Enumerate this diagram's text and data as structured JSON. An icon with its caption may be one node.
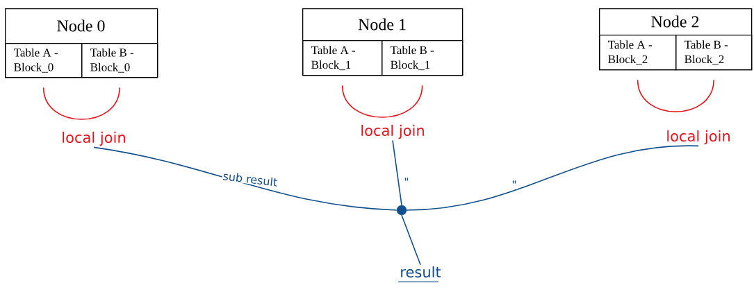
{
  "diagram": {
    "nodes": [
      {
        "text": [
          "Node 0"
        ]
      },
      {
        "text": [
          "Table A - Block_0"
        ],
        "in": 0
      },
      {
        "text": [
          "Table B - Block_0"
        ],
        "in": 0
      },
      {
        "text": [
          "Node 1"
        ]
      },
      {
        "text": [
          "Table A - Block_1"
        ],
        "in": 3
      },
      {
        "text": [
          "Table B - Block_1"
        ],
        "in": 3
      },
      {
        "text": [
          "Node 2"
        ]
      },
      {
        "text": [
          "Table A - Block_2"
        ],
        "in": 6
      },
      {
        "text": [
          "Table B - Block_2"
        ],
        "in": 6
      },
      {
        "text": [
          "local join"
        ]
      },
      {
        "text": [
          "local join"
        ]
      },
      {
        "text": [
          "local join"
        ]
      },
      {
        "text": [],
        "shape": "circle"
      },
      {
        "text": [
          "result"
        ]
      }
    ],
    "edges": [
      {
        "from": 1,
        "to": 2,
        "arrow": "none",
        "color": "#e8141c"
      },
      {
        "from": 4,
        "to": 5,
        "arrow": "none",
        "color": "#e8141c"
      },
      {
        "from": 7,
        "to": 8,
        "arrow": "none",
        "color": "#e8141c"
      },
      {
        "from": 9,
        "to": 12,
        "arrow": "none",
        "label": "sub result"
      },
      {
        "from": 10,
        "to": 12,
        "arrow": "none",
        "label": "\""
      },
      {
        "from": 11,
        "to": 12,
        "arrow": "none",
        "label": "\""
      },
      {
        "from": 12,
        "to": 13,
        "arrow": "none"
      }
    ]
  }
}
